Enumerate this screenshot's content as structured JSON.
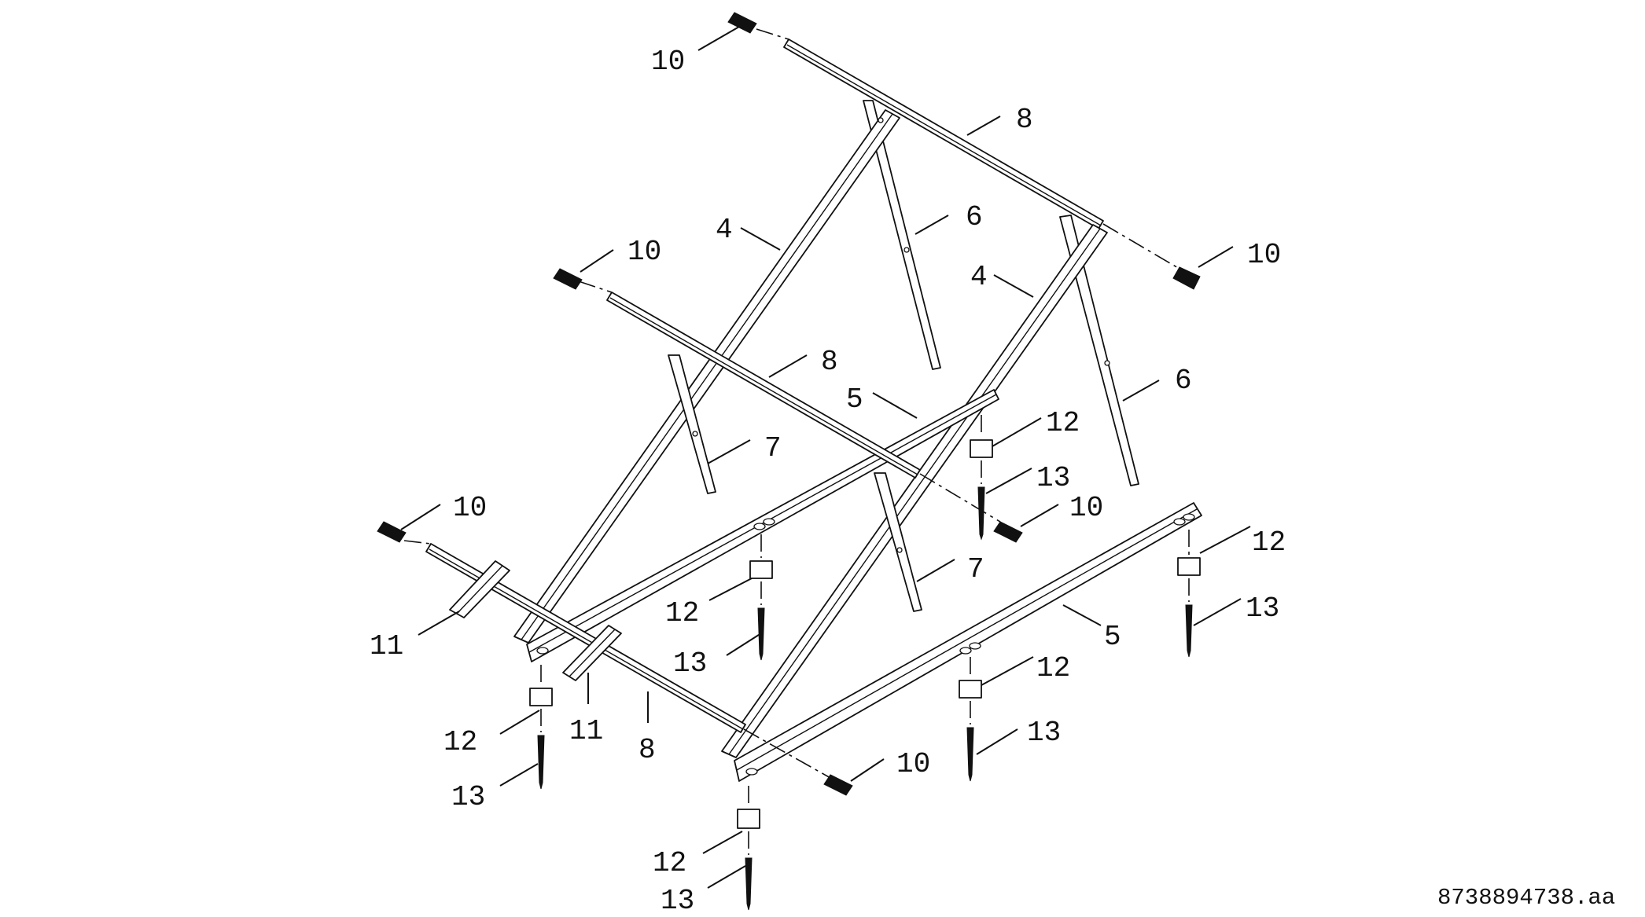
{
  "callouts": {
    "c8_top": "8",
    "c8_mid": "8",
    "c8_bottom": "8",
    "c4_left": "4",
    "c4_right": "4",
    "c6_top": "6",
    "c6_right": "6",
    "c5_mid": "5",
    "c5_right": "5",
    "c7_left": "7",
    "c7_center": "7",
    "c10_top": "10",
    "c10_right": "10",
    "c10_midleft": "10",
    "c10_left": "10",
    "c10_center": "10",
    "c10_bottom": "10",
    "c11_left": "11",
    "c11_center": "11",
    "c12_a": "12",
    "c12_b": "12",
    "c12_c": "12",
    "c12_d": "12",
    "c12_e": "12",
    "c12_f": "12",
    "c13_a": "13",
    "c13_b": "13",
    "c13_c": "13",
    "c13_d": "13",
    "c13_e": "13",
    "c13_f": "13"
  },
  "document_id": "8738894738.aa"
}
